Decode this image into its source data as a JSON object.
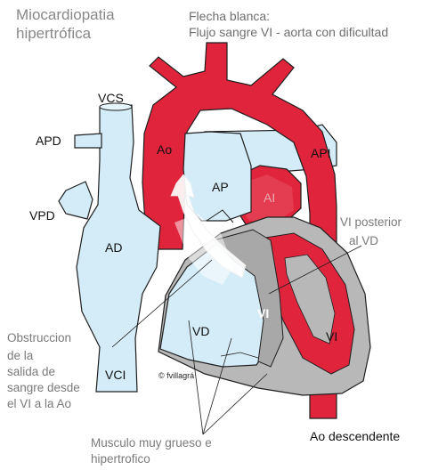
{
  "title": {
    "line1": "Miocardiopatia",
    "line2": "hipertrófica"
  },
  "note": {
    "line1": "Flecha blanca:",
    "line2": "Flujo sangre VI -  aorta con dificultad"
  },
  "labels": {
    "vcs": "VCS",
    "apd": "APD",
    "vpd": "VPD",
    "ad": "AD",
    "vci": "VCI",
    "ao": "Ao",
    "ap": "AP",
    "api": "API",
    "ai": "AI",
    "vd": "VD",
    "vi_septum": "VI",
    "vi": "VI",
    "vi_posterior_1": "VI posterior",
    "vi_posterior_2": "al VD",
    "ao_descendente": "Ao descendente"
  },
  "obstruction": {
    "line1": "Obstruccion",
    "line2": "de la",
    "line3": "salida de",
    "line4": "sangre desde",
    "line5": "el VI a la Ao"
  },
  "muscle": {
    "line1": "Musculo muy grueso e",
    "line2": "hipertrofico"
  },
  "copyright": "© fvillagrá",
  "colors": {
    "red": "#e0243c",
    "light_blue": "#d4ecf7",
    "gray": "#b8b8b8",
    "outline": "#1e1e1e"
  }
}
